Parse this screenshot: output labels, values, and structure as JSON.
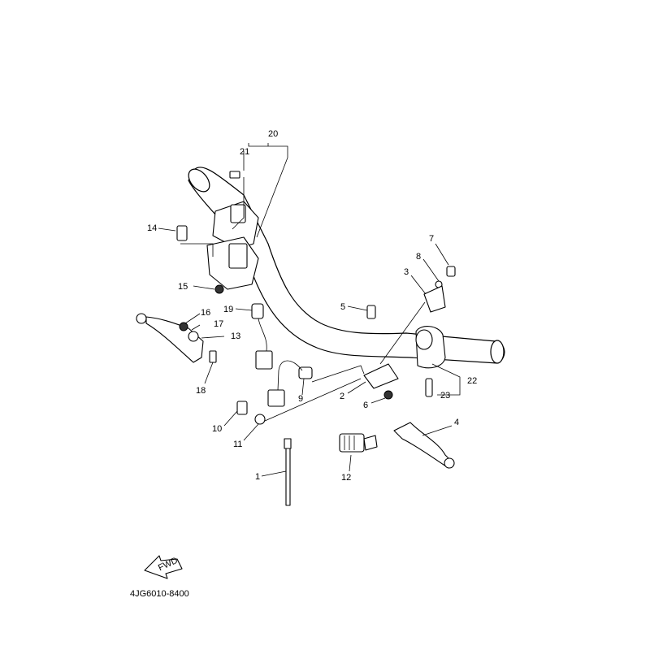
{
  "diagram": {
    "labels": {
      "p1": "1",
      "p2": "2",
      "p3": "3",
      "p4": "4",
      "p5": "5",
      "p6": "6",
      "p7": "7",
      "p8": "8",
      "p9": "9",
      "p10": "10",
      "p11": "11",
      "p12": "12",
      "p13": "13",
      "p14": "14",
      "p15": "15",
      "p16": "16",
      "p17": "17",
      "p18": "18",
      "p19": "19",
      "p20": "20",
      "p21": "21",
      "p22": "22",
      "p23": "23"
    },
    "fwd_label": "FWD",
    "catalog_code": "4JG6010-8400"
  }
}
